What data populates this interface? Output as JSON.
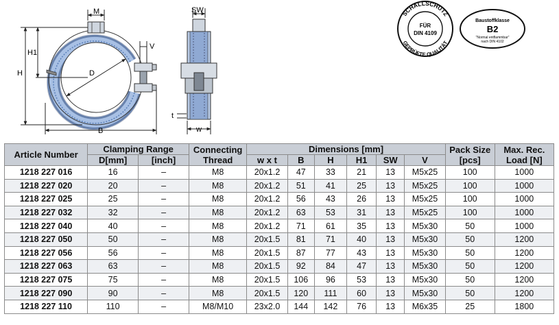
{
  "drawing_labels": {
    "m": "M",
    "h1": "H1",
    "h": "H",
    "v": "V",
    "d": "D",
    "b": "B",
    "sw": "SW",
    "t": "t",
    "w": "w"
  },
  "stamp_schallschutz": {
    "top_text": "SCHALLSCHUTZ",
    "bottom_text": "GEPRÜFTE QUALITÄT",
    "line1": "FÜR",
    "line2": "DIN 4109"
  },
  "stamp_baustoff": {
    "line1": "Baustoffklasse",
    "line2": "B2",
    "line3": "\"Normal entflammbar\"",
    "line4": "nach DIN 4102"
  },
  "table": {
    "headers": {
      "article": "Article Number",
      "clamping": "Clamping Range",
      "d_mm": "D[mm]",
      "inch": "[inch]",
      "connecting": "Connecting Thread",
      "dimensions": "Dimensions [mm]",
      "wxt": "w x t",
      "b": "B",
      "h": "H",
      "h1": "H1",
      "sw": "SW",
      "v": "V",
      "pack": "Pack Size [pcs]",
      "load": "Max. Rec. Load [N]"
    },
    "rows": [
      [
        "1218 227 016",
        "16",
        "–",
        "M8",
        "20x1.2",
        "47",
        "33",
        "21",
        "13",
        "M5x25",
        "100",
        "1000"
      ],
      [
        "1218 227 020",
        "20",
        "–",
        "M8",
        "20x1.2",
        "51",
        "41",
        "25",
        "13",
        "M5x25",
        "100",
        "1000"
      ],
      [
        "1218 227 025",
        "25",
        "–",
        "M8",
        "20x1.2",
        "56",
        "43",
        "26",
        "13",
        "M5x25",
        "100",
        "1000"
      ],
      [
        "1218 227 032",
        "32",
        "–",
        "M8",
        "20x1.2",
        "63",
        "53",
        "31",
        "13",
        "M5x25",
        "100",
        "1000"
      ],
      [
        "1218 227 040",
        "40",
        "–",
        "M8",
        "20x1.2",
        "71",
        "61",
        "35",
        "13",
        "M5x30",
        "50",
        "1000"
      ],
      [
        "1218 227 050",
        "50",
        "–",
        "M8",
        "20x1.5",
        "81",
        "71",
        "40",
        "13",
        "M5x30",
        "50",
        "1200"
      ],
      [
        "1218 227 056",
        "56",
        "–",
        "M8",
        "20x1.5",
        "87",
        "77",
        "43",
        "13",
        "M5x30",
        "50",
        "1200"
      ],
      [
        "1218 227 063",
        "63",
        "–",
        "M8",
        "20x1.5",
        "92",
        "84",
        "47",
        "13",
        "M5x30",
        "50",
        "1200"
      ],
      [
        "1218 227 075",
        "75",
        "–",
        "M8",
        "20x1.5",
        "106",
        "96",
        "53",
        "13",
        "M5x30",
        "50",
        "1200"
      ],
      [
        "1218 227 090",
        "90",
        "–",
        "M8",
        "20x1.5",
        "120",
        "111",
        "60",
        "13",
        "M5x30",
        "50",
        "1200"
      ],
      [
        "1218 227 110",
        "110",
        "–",
        "M8/M10",
        "23x2.0",
        "144",
        "142",
        "76",
        "13",
        "M6x35",
        "25",
        "1800"
      ]
    ]
  }
}
